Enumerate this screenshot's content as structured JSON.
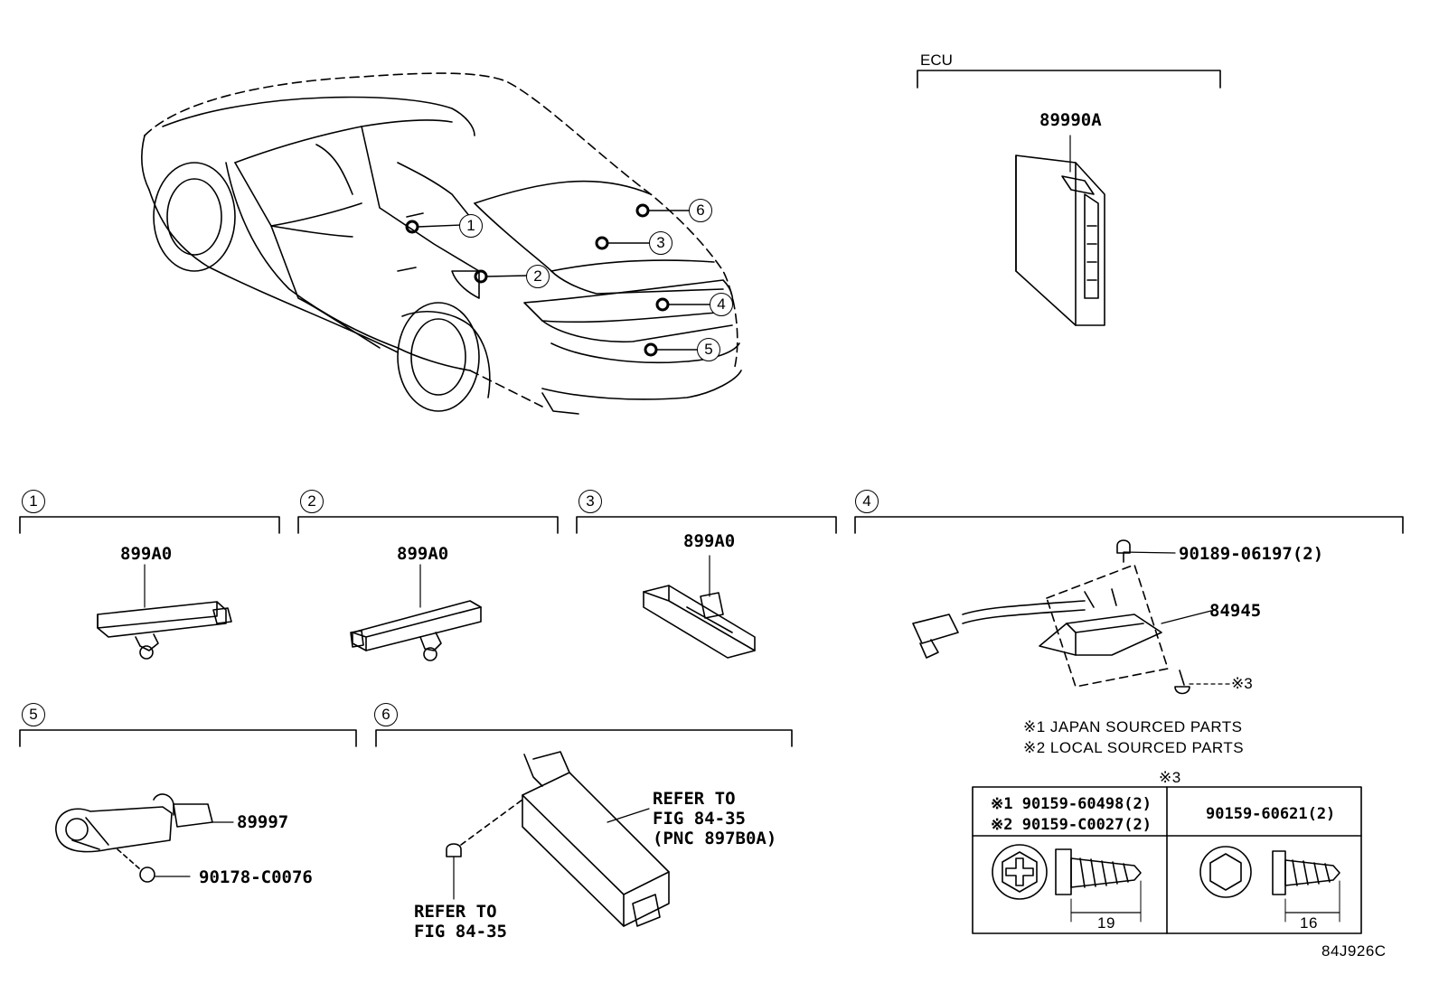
{
  "car_callouts": [
    "1",
    "2",
    "3",
    "4",
    "5",
    "6"
  ],
  "ecu": {
    "header": "ECU",
    "part": "89990A"
  },
  "sections": [
    {
      "id": "1",
      "parts": [
        "899A0"
      ]
    },
    {
      "id": "2",
      "parts": [
        "899A0"
      ]
    },
    {
      "id": "3",
      "parts": [
        "899A0"
      ]
    },
    {
      "id": "4",
      "parts": [
        "90189-06197(2)",
        "84945",
        "※3"
      ]
    },
    {
      "id": "5",
      "parts": [
        "89997",
        "90178-C0076"
      ]
    },
    {
      "id": "6",
      "refer_right": [
        "REFER TO",
        "FIG 84-35",
        "(PNC 897B0A)"
      ],
      "refer_left": [
        "REFER TO",
        "FIG 84-35"
      ]
    }
  ],
  "notes": [
    "※1 JAPAN SOURCED PARTS",
    "※2 LOCAL SOURCED PARTS"
  ],
  "table": {
    "title": "※3",
    "col1": [
      "※1 90159-60498(2)",
      "※2 90159-C0027(2)"
    ],
    "col2": "90159-60621(2)",
    "dim1": "19",
    "dim2": "16"
  },
  "figure_code": "84J926C"
}
